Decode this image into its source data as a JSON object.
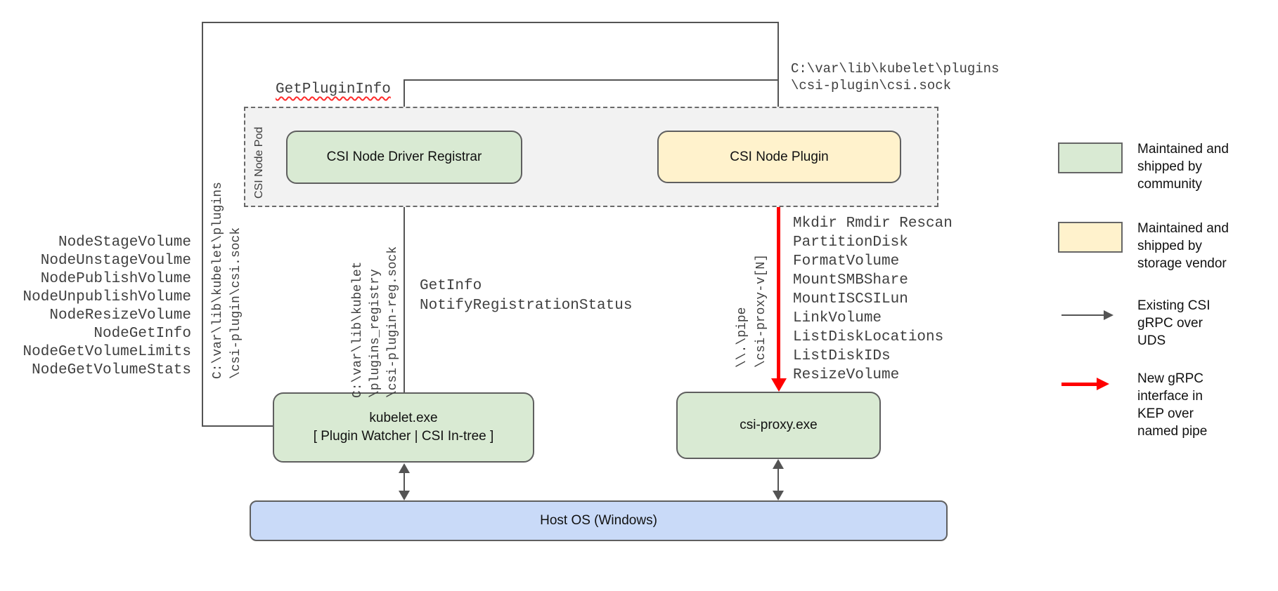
{
  "pod": {
    "label": "CSI Node Pod"
  },
  "boxes": {
    "registrar": {
      "label": "CSI Node Driver Registrar"
    },
    "plugin": {
      "label": "CSI Node Plugin"
    },
    "kubelet": {
      "title": "kubelet.exe",
      "subtitle": "[ Plugin Watcher | CSI In-tree ]"
    },
    "csi_proxy": {
      "label": "csi-proxy.exe"
    },
    "host_os": {
      "label": "Host OS (Windows)"
    }
  },
  "edge_labels": {
    "get_plugin_info": "GetPluginInfo",
    "registration": "GetInfo\nNotifyRegistrationStatus",
    "csi_sock_path_top": "C:\\var\\lib\\kubelet\\plugins\n\\csi-plugin\\csi.sock",
    "csi_sock_path_left": [
      "C:\\var\\lib\\kubelet\\plugins",
      "\\csi-plugin\\csi.sock"
    ],
    "registry_sock_path": [
      "C:\\var\\lib\\kubelet",
      "\\plugins_registry",
      "\\csi-plugin-reg.sock"
    ],
    "named_pipe_path": [
      "\\\\.\\pipe",
      "\\csi-proxy-v[N]"
    ]
  },
  "node_calls": [
    "NodeStageVolume",
    "NodeUnstageVoulme",
    "NodePublishVolume",
    "NodeUnpublishVolume",
    "NodeResizeVolume",
    "NodeGetInfo",
    "NodeGetVolumeLimits",
    "NodeGetVolumeStats"
  ],
  "proxy_calls": [
    "Mkdir Rmdir Rescan",
    "PartitionDisk",
    "FormatVolume",
    "MountSMBShare",
    "MountISCSILun",
    "LinkVolume",
    "ListDiskLocations",
    "ListDiskIDs",
    "ResizeVolume"
  ],
  "legend": {
    "community": "Maintained and\nshipped by\ncommunity",
    "vendor": "Maintained and\nshipped by\nstorage vendor",
    "uds": "Existing CSI\ngRPC over\nUDS",
    "pipe": "New gRPC\ninterface in\nKEP over\nnamed pipe"
  },
  "colors": {
    "community_green": "#d9ead3",
    "vendor_yellow": "#fff2cc",
    "host_blue": "#c9daf8",
    "pod_gray": "#f2f2f2",
    "line_gray": "#545454",
    "arrow_red": "#ff0000"
  }
}
